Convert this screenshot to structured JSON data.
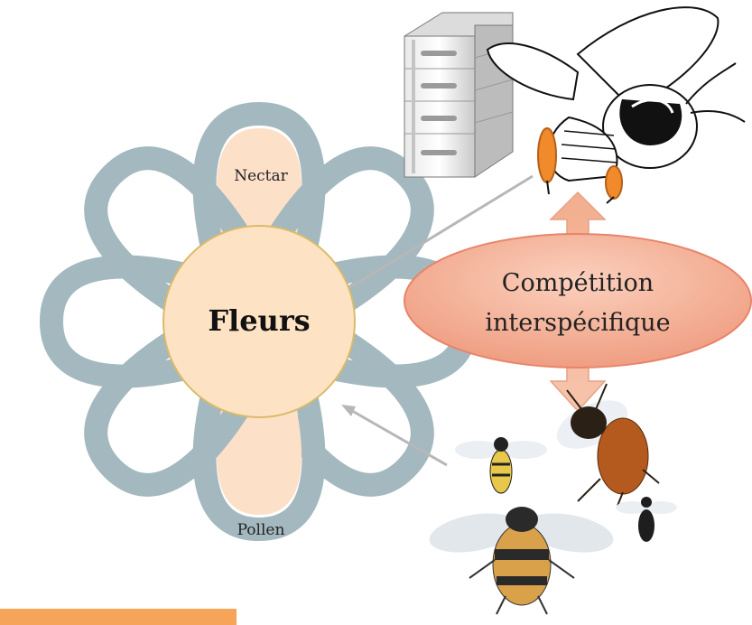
{
  "diagram": {
    "center_label": "Fleurs",
    "petal_labels": {
      "top": "Nectar",
      "bottom": "Pollen"
    },
    "competition_label": {
      "line1": "Compétition",
      "line2": "interspécifique"
    },
    "colors": {
      "petal_outline": "#a3b8bf",
      "petal_fill": "#fde0c8",
      "center_fill": "#fde3c4",
      "center_stroke": "#d9bb6a",
      "arrow_fill": "#f4b28f",
      "ellipse_fill": "#f0a283",
      "ellipse_stroke": "#e8846a",
      "connector": "#b7b7b7",
      "banner": "#f5a45a"
    },
    "icons": {
      "hive": "beehive-icon",
      "honeybee": "honeybee-icon",
      "wild_bees": "wild-bees-icon"
    }
  }
}
